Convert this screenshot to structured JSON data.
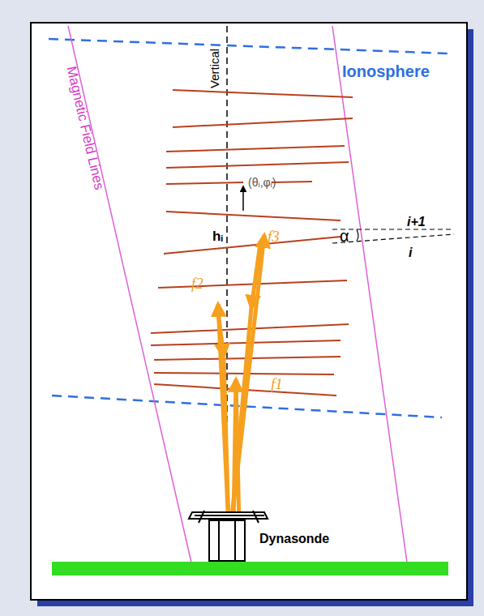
{
  "diagram": {
    "labels": [
      "Magnetic Field Lines",
      "Ionosphere",
      "Vertical",
      "(θᵢ,φᵢ)",
      "hᵢ",
      "α",
      "i+1",
      "i",
      "f2",
      "f3",
      "f1",
      "Dynasonde"
    ]
  }
}
